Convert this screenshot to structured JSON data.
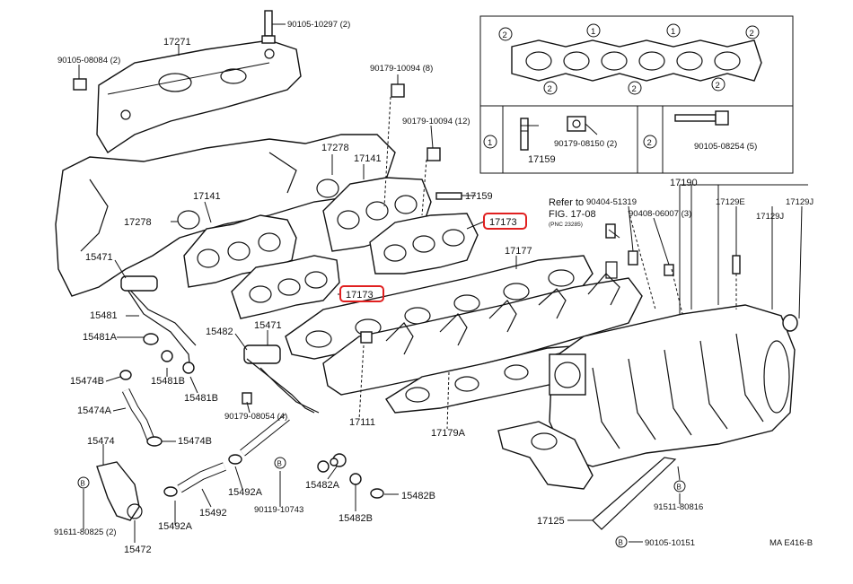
{
  "labels": {
    "l90105_10297": "90105-10297 (2)",
    "l17271": "17271",
    "l90105_08084": "90105-08084 (2)",
    "l90179_10094_8": "90179-10094 (8)",
    "l90179_10094_12": "90179-10094 (12)",
    "l17278_a": "17278",
    "l17141_a": "17141",
    "l17141_b": "17141",
    "l17278_b": "17278",
    "l17159_a": "17159",
    "l17173_a": "17173",
    "l17173_b": "17173",
    "l17177": "17177",
    "l15471_a": "15471",
    "l15471_b": "15471",
    "l15481": "15481",
    "l15481A": "15481A",
    "l15482": "15482",
    "l15481B_a": "15481B",
    "l15481B_b": "15481B",
    "l15474B_a": "15474B",
    "l15474B_b": "15474B",
    "l15474A": "15474A",
    "l15474": "15474",
    "l90179_08054": "90179-08054 (4)",
    "l17111": "17111",
    "l17179A": "17179A",
    "l15492A_a": "15492A",
    "l15492A_b": "15492A",
    "l15492": "15492",
    "l90119_10743": "90119-10743",
    "l15482A": "15482A",
    "l15482B_a": "15482B",
    "l15482B_b": "15482B",
    "l91611_80825": "91611-80825 (2)",
    "l15472": "15472",
    "l17125": "17125",
    "l91511_80816": "91511-80816",
    "l90105_10151": "90105-10151",
    "lMA": "MA E416-B",
    "lRefer": "Refer to",
    "lFig": "FIG. 17-08",
    "lPnc": "(PNC 23285)",
    "l90404": "90404-51319",
    "l90408": "90408-06007 (3)",
    "l17190": "17190",
    "l17129E": "17129E",
    "l17129J_a": "17129J",
    "l17129J_b": "17129J",
    "l17159_b": "17159",
    "l90179_08150": "90179-08150 (2)",
    "l90105_08254": "90105-08254 (5)",
    "circle_1": "1",
    "circle_2": "2",
    "circle_B": "B"
  },
  "colors": {
    "highlight": "#e02020",
    "ink": "#111111"
  }
}
